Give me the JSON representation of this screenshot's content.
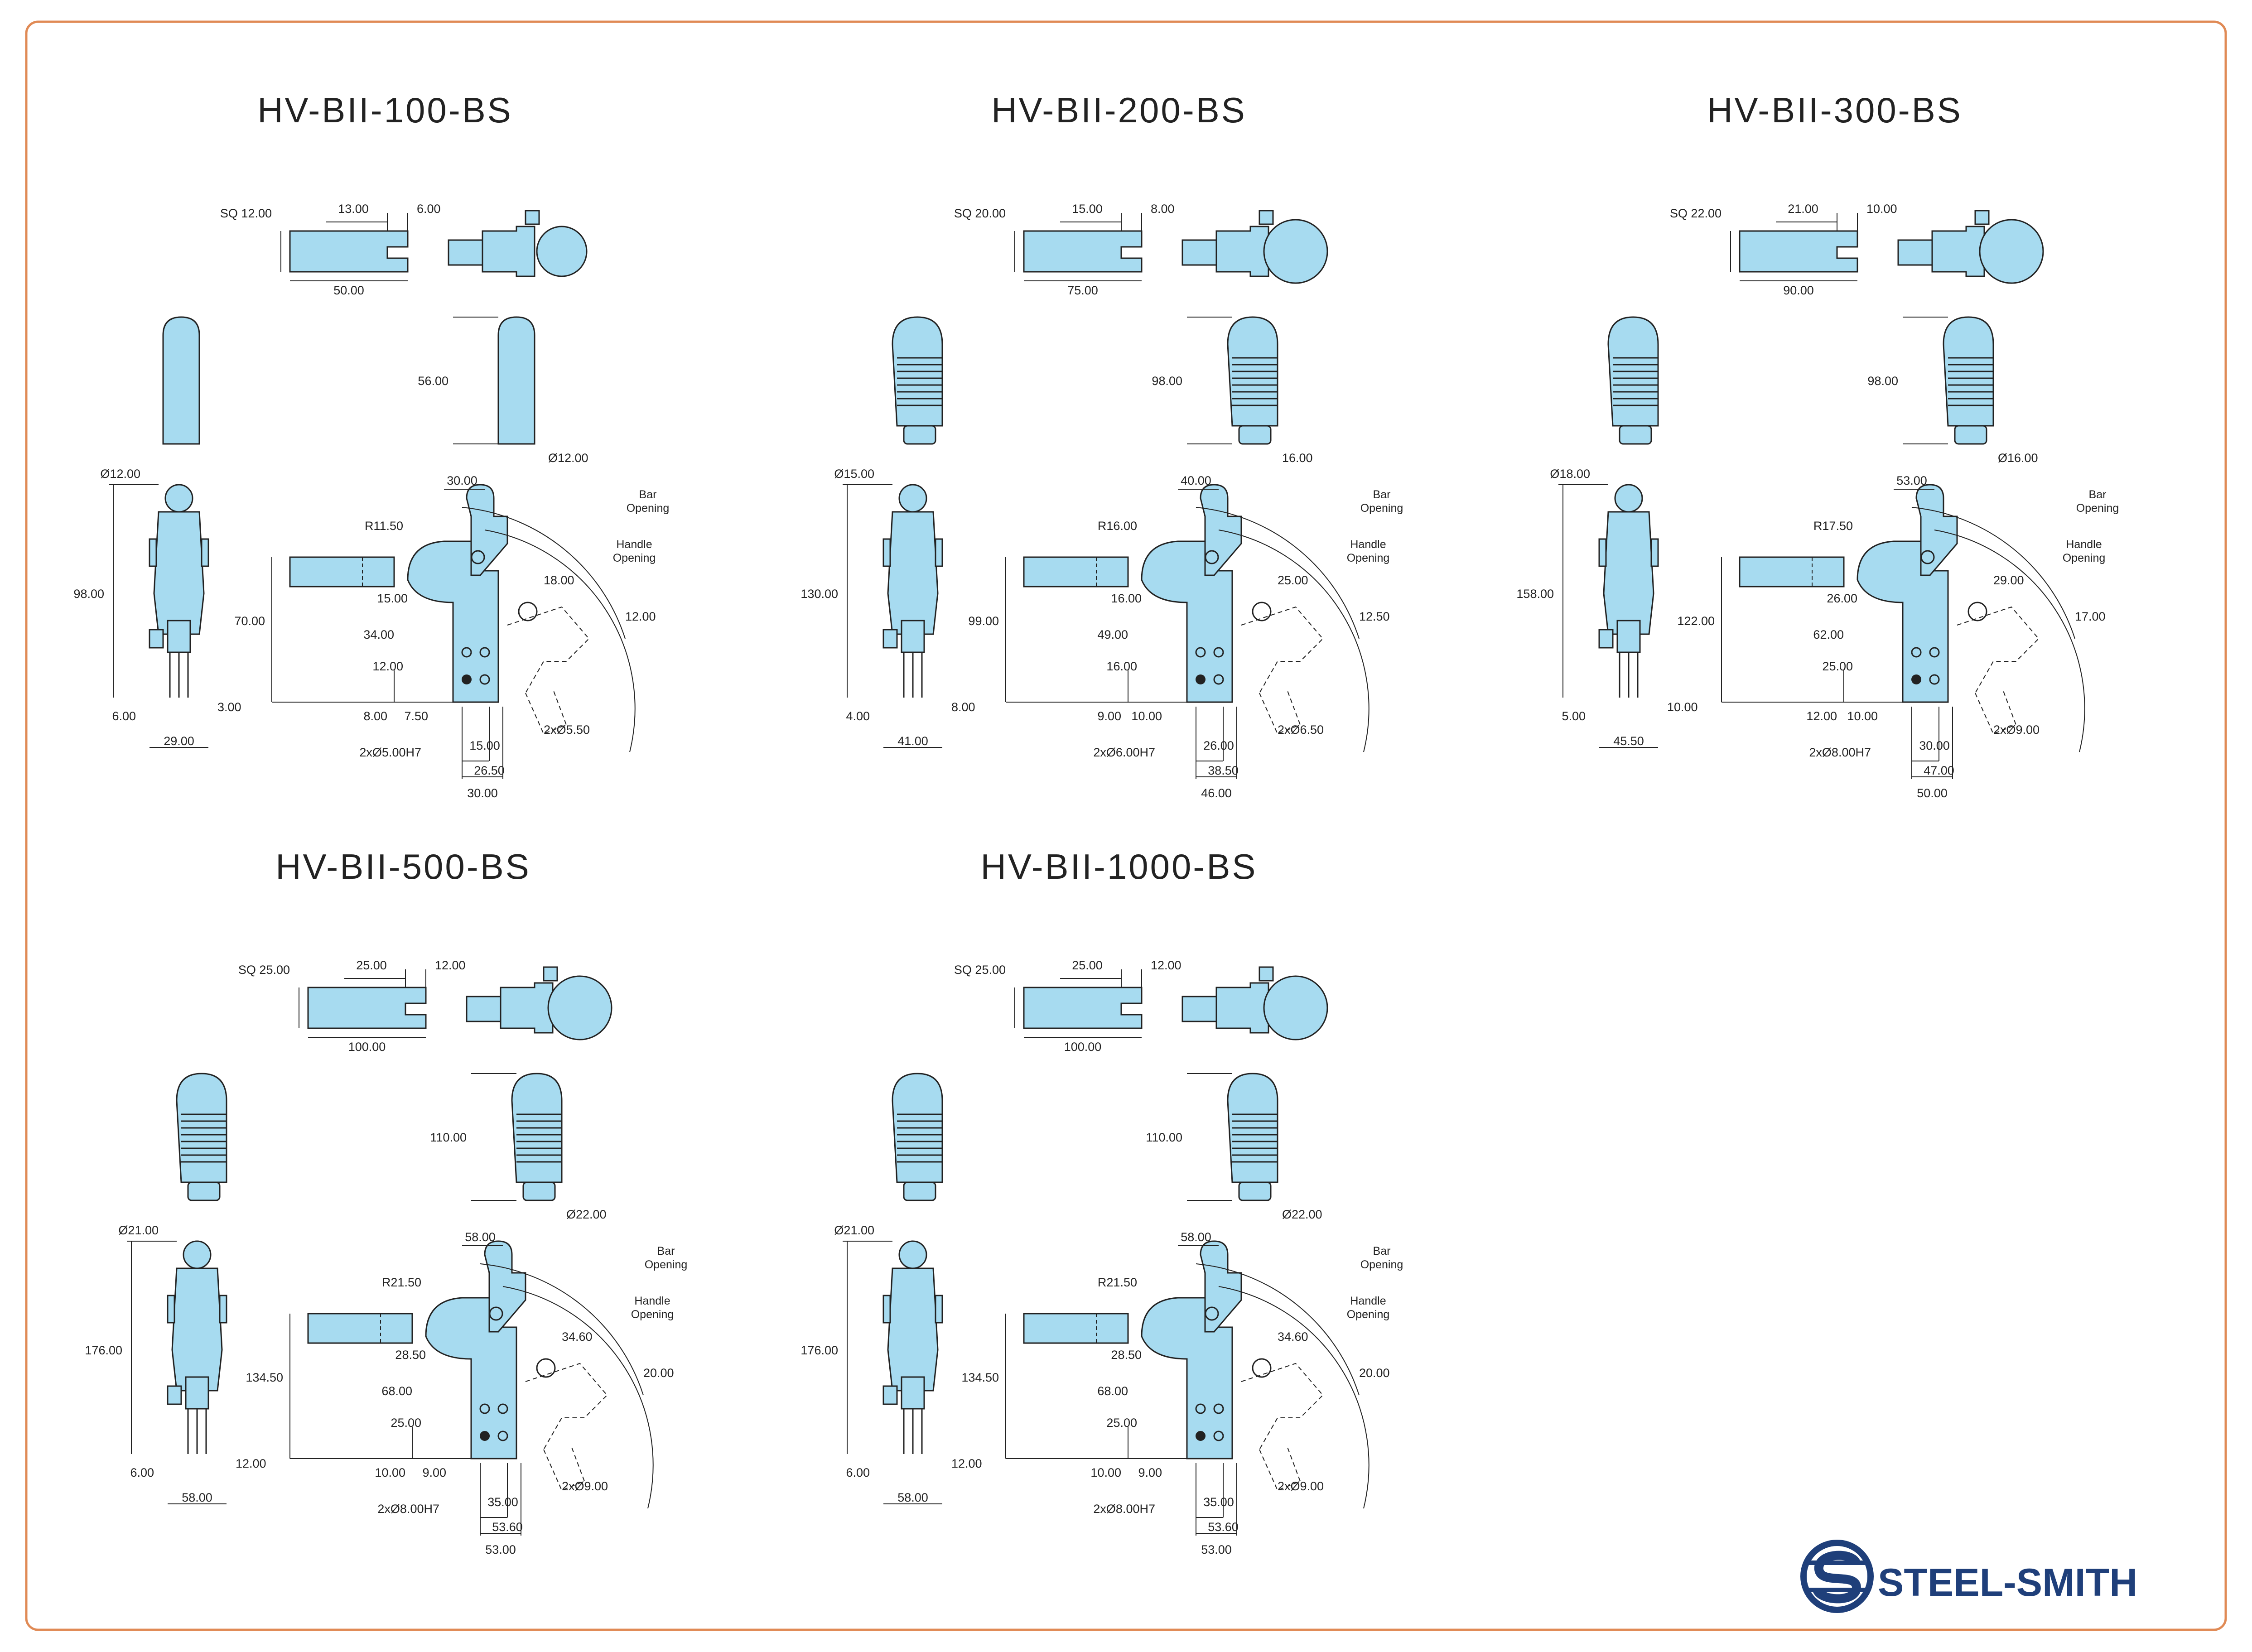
{
  "sheet": {
    "border_color": "#e08a55",
    "part_fill": "#a7dbf0",
    "line_color": "#222222",
    "brand_color": "#1f3f7a"
  },
  "brand": {
    "name": "STEEL-SMITH",
    "icon": "steel-smith-s-logo-icon"
  },
  "clamps": [
    {
      "title": "HV-BII-100-BS",
      "top": [
        "SQ 12.00",
        "13.00",
        "6.00",
        "50.00"
      ],
      "handle": [
        "56.00",
        "Ø12.00"
      ],
      "side": [
        "Ø12.00",
        "98.00",
        "6.00",
        "3.00",
        "29.00"
      ],
      "main": [
        "30.00",
        "R11.50",
        "18.00",
        "70.00",
        "15.00",
        "34.00",
        "12.00",
        "12.00",
        "8.00",
        "7.50",
        "15.00",
        "26.50",
        "30.00",
        "2xØ5.00H7",
        "2xØ5.50"
      ],
      "bar_opening": [
        "Bar",
        "Opening"
      ],
      "handle_opening": [
        "Handle",
        "Opening"
      ]
    },
    {
      "title": "HV-BII-200-BS",
      "top": [
        "SQ 20.00",
        "15.00",
        "8.00",
        "75.00"
      ],
      "handle": [
        "98.00",
        "16.00"
      ],
      "side": [
        "Ø15.00",
        "130.00",
        "4.00",
        "8.00",
        "41.00"
      ],
      "main": [
        "40.00",
        "R16.00",
        "25.00",
        "99.00",
        "16.00",
        "49.00",
        "16.00",
        "12.50",
        "9.00",
        "10.00",
        "26.00",
        "38.50",
        "46.00",
        "2xØ6.00H7",
        "2xØ6.50"
      ],
      "bar_opening": [
        "Bar",
        "Opening"
      ],
      "handle_opening": [
        "Handle",
        "Opening"
      ]
    },
    {
      "title": "HV-BII-300-BS",
      "top": [
        "SQ 22.00",
        "21.00",
        "10.00",
        "90.00"
      ],
      "handle": [
        "98.00",
        "Ø16.00"
      ],
      "side": [
        "Ø18.00",
        "158.00",
        "5.00",
        "10.00",
        "45.50"
      ],
      "main": [
        "53.00",
        "R17.50",
        "29.00",
        "122.00",
        "26.00",
        "62.00",
        "25.00",
        "17.00",
        "12.00",
        "10.00",
        "30.00",
        "47.00",
        "50.00",
        "2xØ8.00H7",
        "2xØ9.00"
      ],
      "bar_opening": [
        "Bar",
        "Opening"
      ],
      "handle_opening": [
        "Handle",
        "Opening"
      ]
    },
    {
      "title": "HV-BII-500-BS",
      "top": [
        "SQ 25.00",
        "25.00",
        "12.00",
        "100.00"
      ],
      "handle": [
        "110.00",
        "Ø22.00"
      ],
      "side": [
        "Ø21.00",
        "176.00",
        "6.00",
        "12.00",
        "58.00"
      ],
      "main": [
        "58.00",
        "R21.50",
        "34.60",
        "134.50",
        "28.50",
        "68.00",
        "25.00",
        "20.00",
        "10.00",
        "9.00",
        "35.00",
        "53.60",
        "53.00",
        "2xØ8.00H7",
        "2xØ9.00"
      ],
      "bar_opening": [
        "Bar",
        "Opening"
      ],
      "handle_opening": [
        "Handle",
        "Opening"
      ]
    },
    {
      "title": "HV-BII-1000-BS",
      "top": [
        "SQ 25.00",
        "25.00",
        "12.00",
        "100.00"
      ],
      "handle": [
        "110.00",
        "Ø22.00"
      ],
      "side": [
        "Ø21.00",
        "176.00",
        "6.00",
        "12.00",
        "58.00"
      ],
      "main": [
        "58.00",
        "R21.50",
        "34.60",
        "134.50",
        "28.50",
        "68.00",
        "25.00",
        "20.00",
        "10.00",
        "9.00",
        "35.00",
        "53.60",
        "53.00",
        "2xØ8.00H7",
        "2xØ9.00"
      ],
      "bar_opening": [
        "Bar",
        "Opening"
      ],
      "handle_opening": [
        "Handle",
        "Opening"
      ]
    }
  ]
}
